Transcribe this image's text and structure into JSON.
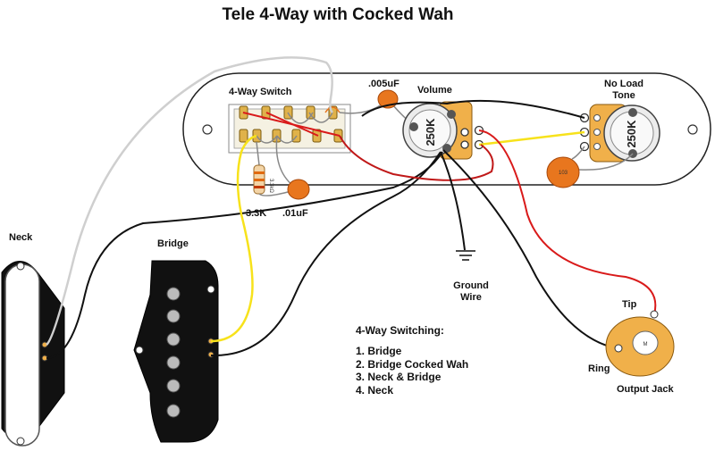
{
  "title": "Tele 4-Way with Cocked Wah",
  "labels": {
    "four_way_switch": "4-Way Switch",
    "cap_005": ".005uF",
    "volume": "Volume",
    "tone_line1": "No Load",
    "tone_line2": "Tone",
    "resistor_value": "3.3K",
    "cap_01": ".01uF",
    "neck": "Neck",
    "bridge": "Bridge",
    "ground_line1": "Ground",
    "ground_line2": "Wire",
    "tip": "Tip",
    "ring": "Ring",
    "output_jack": "Output Jack",
    "volume_pot_value": "250K",
    "tone_pot_value": "250K",
    "resistor_marking": "3.3kΩ",
    "cap_marking": "103",
    "jack_marking": "M"
  },
  "legend": {
    "heading": "4-Way Switching:",
    "items": [
      "1. Bridge",
      "2. Bridge Cocked Wah",
      "3. Neck & Bridge",
      "4. Neck"
    ]
  },
  "colors": {
    "wire_black": "#111111",
    "wire_white": "#dddddd",
    "wire_yellow": "#f7e21b",
    "wire_red": "#d91a1a",
    "wire_gray": "#888888",
    "cap_orange": "#e8761e",
    "lug_gold": "#e0b24a",
    "jack_orange": "#f0b04a"
  }
}
